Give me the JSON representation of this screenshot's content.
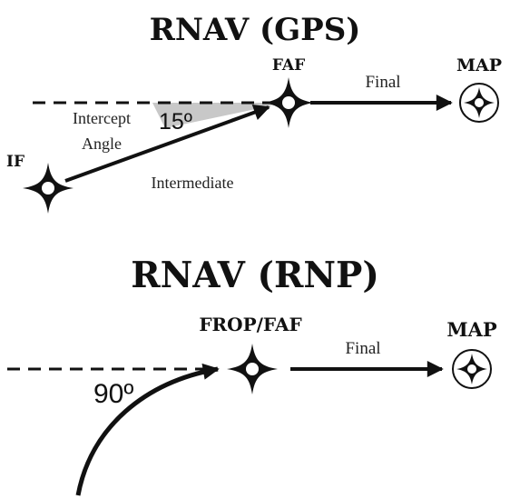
{
  "colors": {
    "line": "#111111",
    "angle_fill": "#c8c8c8",
    "background": "#ffffff"
  },
  "gps": {
    "title": "RNAV (GPS)",
    "faf_label": "FAF",
    "map_label": "MAP",
    "if_label": "IF",
    "final_label": "Final",
    "intercept_line1": "Intercept",
    "intercept_line2": "Angle",
    "angle_value": "15º",
    "intermediate_label": "Intermediate"
  },
  "rnp": {
    "title": "RNAV (RNP)",
    "frop_label": "FROP/FAF",
    "map_label": "MAP",
    "final_label": "Final",
    "angle_value": "90º"
  },
  "icons": {
    "fix": "four-point-star-fix-icon",
    "map": "circled-fix-icon"
  }
}
